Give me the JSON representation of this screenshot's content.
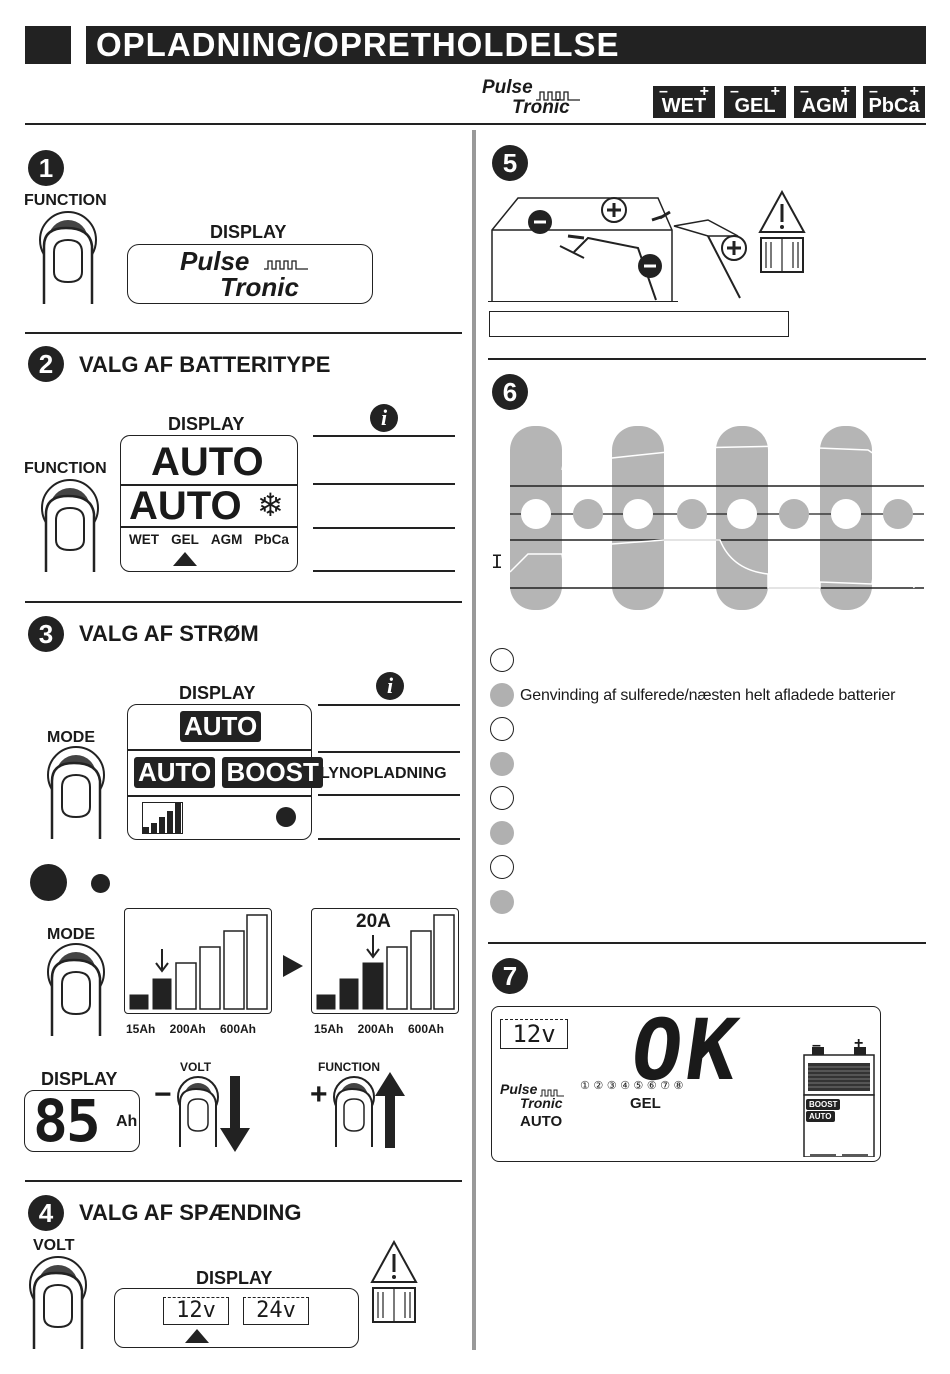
{
  "header": {
    "title": "OPLADNING/OPRETHOLDELSE",
    "logo_line1": "Pulse",
    "logo_line2": "Tronic",
    "battery_types": [
      "WET",
      "GEL",
      "AGM",
      "PbCa"
    ]
  },
  "section1": {
    "number": "1",
    "button_label": "FUNCTION",
    "display_label": "DISPLAY",
    "display_line1": "Pulse",
    "display_line2": "Tronic"
  },
  "section2": {
    "number": "2",
    "title": "VALG AF BATTERITYPE",
    "button_label": "FUNCTION",
    "display_label": "DISPLAY",
    "auto1": "AUTO",
    "auto2": "AUTO",
    "snow_glyph": "❄",
    "types": [
      "WET",
      "GEL",
      "AGM",
      "PbCa"
    ],
    "info_glyph": "i"
  },
  "section3": {
    "number": "3",
    "title": "VALG AF STRØM",
    "button_label": "MODE",
    "display_label": "DISPLAY",
    "auto_tag": "AUTO",
    "auto_tag2": "AUTO",
    "boost_tag": "BOOST",
    "boost_note": "LYNOPLADNING",
    "info_glyph": "i",
    "mode_label2": "MODE",
    "bar_labels": [
      "15Ah",
      "200Ah",
      "600Ah"
    ],
    "bar_labels2": [
      "15Ah",
      "200Ah",
      "600Ah"
    ],
    "amp_label": "20A",
    "display_label2": "DISPLAY",
    "display_value": "85",
    "display_unit": "Ah",
    "volt_label": "VOLT",
    "function_label": "FUNCTION",
    "minus": "−",
    "plus": "+"
  },
  "section4": {
    "number": "4",
    "title": "VALG AF SPÆNDING",
    "button_label": "VOLT",
    "display_label": "DISPLAY",
    "volt1": "12v",
    "volt2": "24v"
  },
  "section5": {
    "number": "5"
  },
  "section6": {
    "number": "6",
    "axis_label": "I",
    "legend_text_2": "Genvinding af sulferede/næsten helt afladede batterier"
  },
  "section7": {
    "number": "7",
    "volt": "12v",
    "ok": "OK",
    "logo_line1": "Pulse",
    "logo_line2": "Tronic",
    "auto": "AUTO",
    "type": "GEL",
    "steps": "① ② ③ ④ ⑤ ⑥ ⑦ ⑧",
    "boost": "BOOST",
    "auto_small": "AUTO",
    "minus": "–",
    "plus": "+"
  }
}
